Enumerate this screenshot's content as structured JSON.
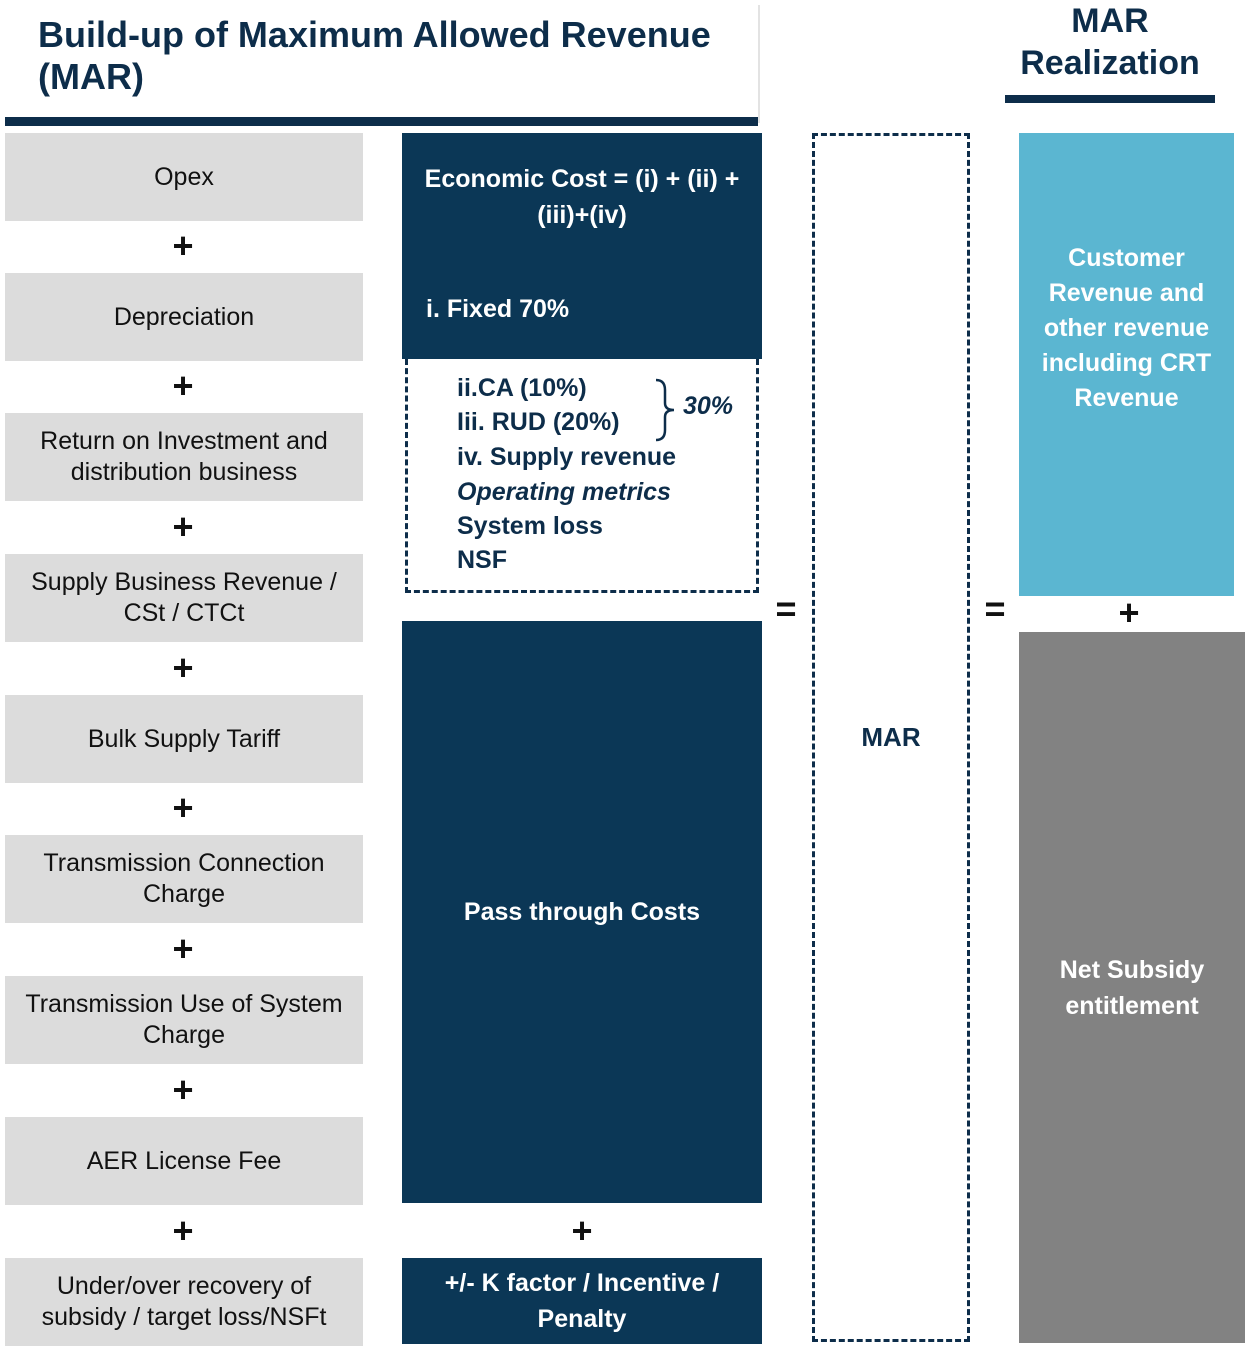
{
  "header": {
    "title": "Build-up of Maximum Allowed Revenue (MAR)",
    "right_title": "MAR Realization"
  },
  "left_items": [
    "Opex",
    "Depreciation",
    "Return on Investment and distribution business",
    "Supply Business Revenue / CSt / CTCt",
    "Bulk Supply Tariff",
    "Transmission Connection Charge",
    "Transmission Use of System Charge",
    "AER License Fee",
    "Under/over recovery of subsidy / target loss/NSFt"
  ],
  "operators": {
    "plus": "+",
    "equals": "="
  },
  "economic_cost": {
    "equation": "Economic Cost = (i) + (ii) + (iii)+(iv)",
    "fixed": "i. Fixed 70%",
    "ca": "ii.CA (10%)",
    "rud": "Iii. RUD (20%)",
    "brace_value": "30%",
    "supply_revenue": "iv. Supply revenue",
    "operating_metrics": "Operating metrics",
    "system_loss": "System loss",
    "nsf": "NSF"
  },
  "pass_through": "Pass through Costs",
  "k_factor": "+/- K factor / Incentive / Penalty",
  "mar_label": "MAR",
  "realization": {
    "customer_revenue": "Customer Revenue and other revenue including CRT Revenue",
    "net_subsidy": "Net Subsidy entitlement"
  },
  "colors": {
    "navy": "#0b3756",
    "light_blue": "#5bb6d1",
    "grey_box": "#dcdcdc",
    "dark_grey": "#828282"
  }
}
